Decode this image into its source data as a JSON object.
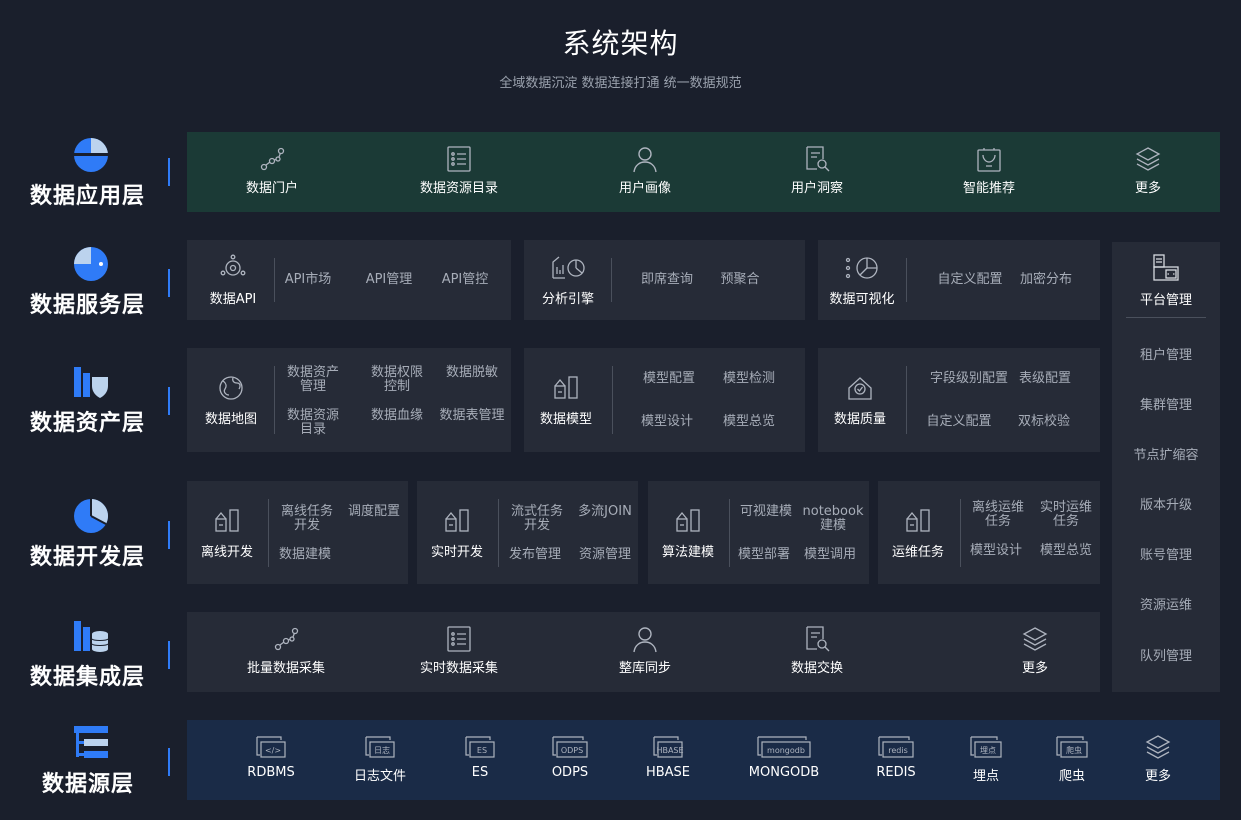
{
  "header": {
    "title": "系统架构",
    "subtitle": "全域数据沉淀 数据连接打通 统一数据规范"
  },
  "layers": [
    {
      "name": "数据应用层",
      "icon": "pie-icon"
    },
    {
      "name": "数据服务层",
      "icon": "chart-pie-icon"
    },
    {
      "name": "数据资产层",
      "icon": "shield-bars-icon"
    },
    {
      "name": "数据开发层",
      "icon": "pie-split-icon"
    },
    {
      "name": "数据集成层",
      "icon": "database-bars-icon"
    },
    {
      "name": "数据源层",
      "icon": "tree-icon"
    }
  ],
  "app": {
    "items": [
      {
        "label": "数据门户",
        "icon": "nodes-icon"
      },
      {
        "label": "数据资源目录",
        "icon": "list-icon"
      },
      {
        "label": "用户画像",
        "icon": "user-icon"
      },
      {
        "label": "用户洞察",
        "icon": "doc-search-icon"
      },
      {
        "label": "智能推荐",
        "icon": "bag-icon"
      },
      {
        "label": "更多",
        "icon": "layers-icon"
      }
    ]
  },
  "service": {
    "cards": [
      {
        "title": "数据API",
        "icon": "gear-nodes-icon",
        "subs": [
          "API市场",
          "API管理",
          "API管控"
        ]
      },
      {
        "title": "分析引擎",
        "icon": "engine-icon",
        "subs": [
          "即席查询",
          "预聚合"
        ]
      },
      {
        "title": "数据可视化",
        "icon": "pie-dots-icon",
        "subs": [
          "自定义配置",
          "加密分布"
        ]
      }
    ]
  },
  "asset": {
    "cards": [
      {
        "title": "数据地图",
        "icon": "globe-icon",
        "subs": [
          "数据资产\n管理",
          "数据权限\n控制",
          "数据脱敏",
          "数据资源\n目录",
          "数据血缘",
          "数据表管理"
        ]
      },
      {
        "title": "数据模型",
        "icon": "model-icon",
        "subs": [
          "模型配置",
          "模型检测",
          "模型设计",
          "模型总览"
        ]
      },
      {
        "title": "数据质量",
        "icon": "quality-icon",
        "subs": [
          "字段级别配置",
          "表级配置",
          "自定义配置",
          "双标校验"
        ]
      }
    ]
  },
  "dev": {
    "cards": [
      {
        "title": "离线开发",
        "icon": "model-icon",
        "subs": [
          "离线任务\n开发",
          "调度配置",
          "数据建模"
        ]
      },
      {
        "title": "实时开发",
        "icon": "model-icon",
        "subs": [
          "流式任务\n开发",
          "多流JOIN",
          "发布管理",
          "资源管理"
        ]
      },
      {
        "title": "算法建模",
        "icon": "model-icon",
        "subs": [
          "可视建模",
          "notebook\n建模",
          "模型部署",
          "模型调用"
        ]
      },
      {
        "title": "运维任务",
        "icon": "model-icon",
        "subs": [
          "离线运维\n任务",
          "实时运维\n任务",
          "模型设计",
          "模型总览"
        ]
      }
    ]
  },
  "integration": {
    "items": [
      {
        "label": "批量数据采集",
        "icon": "nodes-icon"
      },
      {
        "label": "实时数据采集",
        "icon": "list-icon"
      },
      {
        "label": "整库同步",
        "icon": "user-icon"
      },
      {
        "label": "数据交换",
        "icon": "doc-search-icon"
      },
      {
        "label": "更多",
        "icon": "layers-icon"
      }
    ]
  },
  "source": {
    "items": [
      {
        "label": "RDBMS",
        "tag": "</>"
      },
      {
        "label": "日志文件",
        "tag": "日志"
      },
      {
        "label": "ES",
        "tag": "ES"
      },
      {
        "label": "ODPS",
        "tag": "ODPS"
      },
      {
        "label": "HBASE",
        "tag": "HBASE"
      },
      {
        "label": "MONGODB",
        "tag": "mongodb"
      },
      {
        "label": "REDIS",
        "tag": "redis"
      },
      {
        "label": "埋点",
        "tag": "埋点"
      },
      {
        "label": "爬虫",
        "tag": "爬虫"
      },
      {
        "label": "更多",
        "tag": ""
      }
    ]
  },
  "platform": {
    "title": "平台管理",
    "items": [
      "租户管理",
      "集群管理",
      "节点扩缩容",
      "版本升级",
      "账号管理",
      "资源运维",
      "队列管理"
    ]
  },
  "colors": {
    "accent": "#2f7bf7",
    "app_bg": "#1b3a36",
    "source_bg": "#1a2b47",
    "card_bg": "#262b37"
  }
}
